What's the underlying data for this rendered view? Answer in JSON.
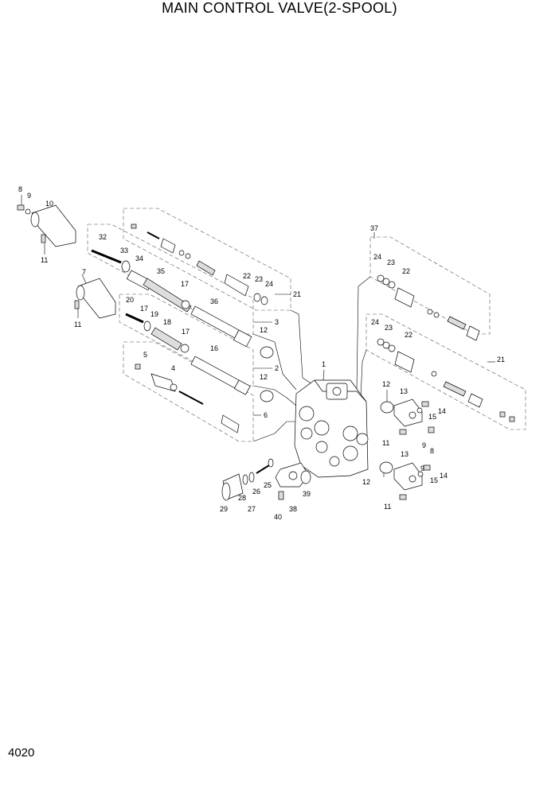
{
  "title": "MAIN CONTROL VALVE(2-SPOOL)",
  "page_number": "4020",
  "callouts": {
    "c1": "1",
    "c2": "2",
    "c3": "3",
    "c4": "4",
    "c5": "5",
    "c6": "6",
    "c7": "7",
    "c8": "8",
    "c9": "9",
    "c10": "10",
    "c11a": "11",
    "c11b": "11",
    "c11c": "11",
    "c11d": "11",
    "c12a": "12",
    "c12b": "12",
    "c12c": "12",
    "c12d": "12",
    "c13a": "13",
    "c13b": "13",
    "c14a": "14",
    "c14b": "14",
    "c15a": "15",
    "c15b": "15",
    "c16a": "16",
    "c17a": "17",
    "c17b": "17",
    "c17c": "17",
    "c18": "18",
    "c19": "19",
    "c20": "20",
    "c21a": "21",
    "c21b": "21",
    "c22a": "22",
    "c22b": "22",
    "c22c": "22",
    "c23a": "23",
    "c23b": "23",
    "c23c": "23",
    "c24a": "24",
    "c24b": "24",
    "c24c": "24",
    "c25": "25",
    "c26": "26",
    "c27": "27",
    "c28": "28",
    "c29": "29",
    "c32": "32",
    "c33": "33",
    "c34": "34",
    "c35": "35",
    "c36": "36",
    "c37": "37",
    "c38": "38",
    "c39": "39",
    "c40": "40",
    "c8b": "8",
    "c9b": "9",
    "c9c": "9"
  }
}
